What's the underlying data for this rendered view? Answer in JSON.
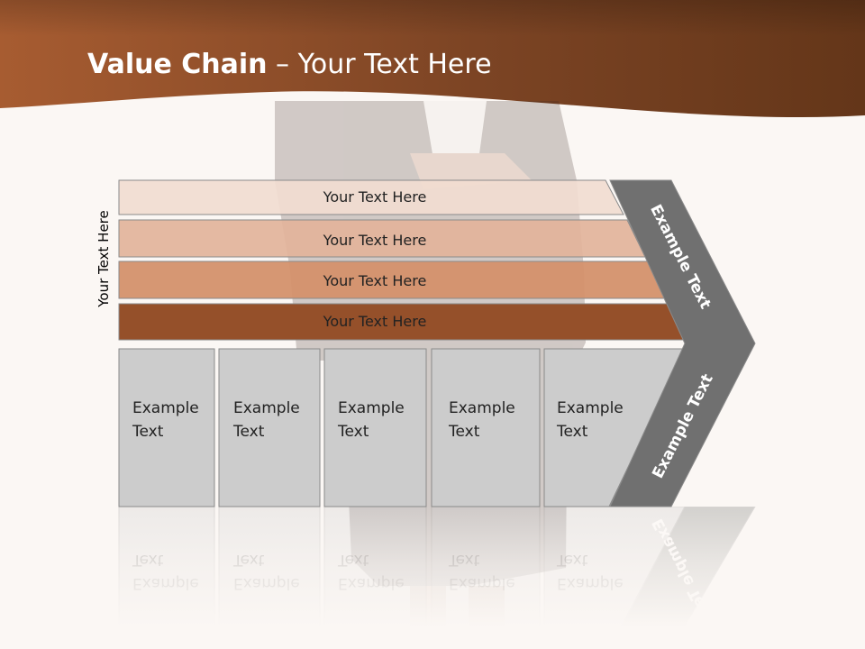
{
  "slide": {
    "title_bold": "Value Chain",
    "title_rest": " – Your Text Here",
    "side_label": "Your Text Here",
    "bars": [
      {
        "label": "Your Text Here",
        "color": "#f1dcd0"
      },
      {
        "label": "Your Text Here",
        "color": "#e2b39a"
      },
      {
        "label": "Your Text Here",
        "color": "#d4916c"
      },
      {
        "label": "Your Text Here",
        "color": "#95502a"
      }
    ],
    "boxes": [
      {
        "line1": "Example",
        "line2": "Text"
      },
      {
        "line1": "Example",
        "line2": "Text"
      },
      {
        "line1": "Example",
        "line2": "Text"
      },
      {
        "line1": "Example",
        "line2": "Text"
      },
      {
        "line1": "Example",
        "line2": "Text"
      }
    ],
    "chevron_upper": "Example Text",
    "chevron_lower": "Example Text",
    "colors": {
      "header_dark": "#6b3a1e",
      "header_light": "#a75c31",
      "box_gray": "#cccccc",
      "chevron_gray": "#707070"
    }
  }
}
